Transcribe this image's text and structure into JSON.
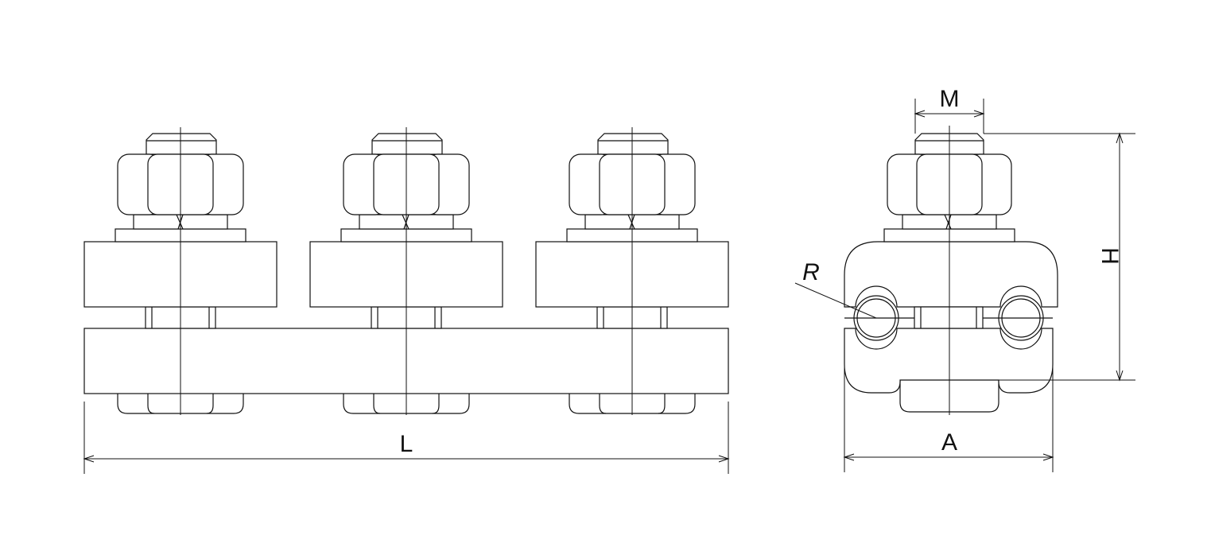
{
  "labels": {
    "length": "L",
    "width": "A",
    "height": "H",
    "bolt": "M",
    "radius": "R"
  },
  "front_view": {
    "bolt_count": 3
  },
  "colors": {
    "line": "#111111",
    "background": "#ffffff"
  }
}
